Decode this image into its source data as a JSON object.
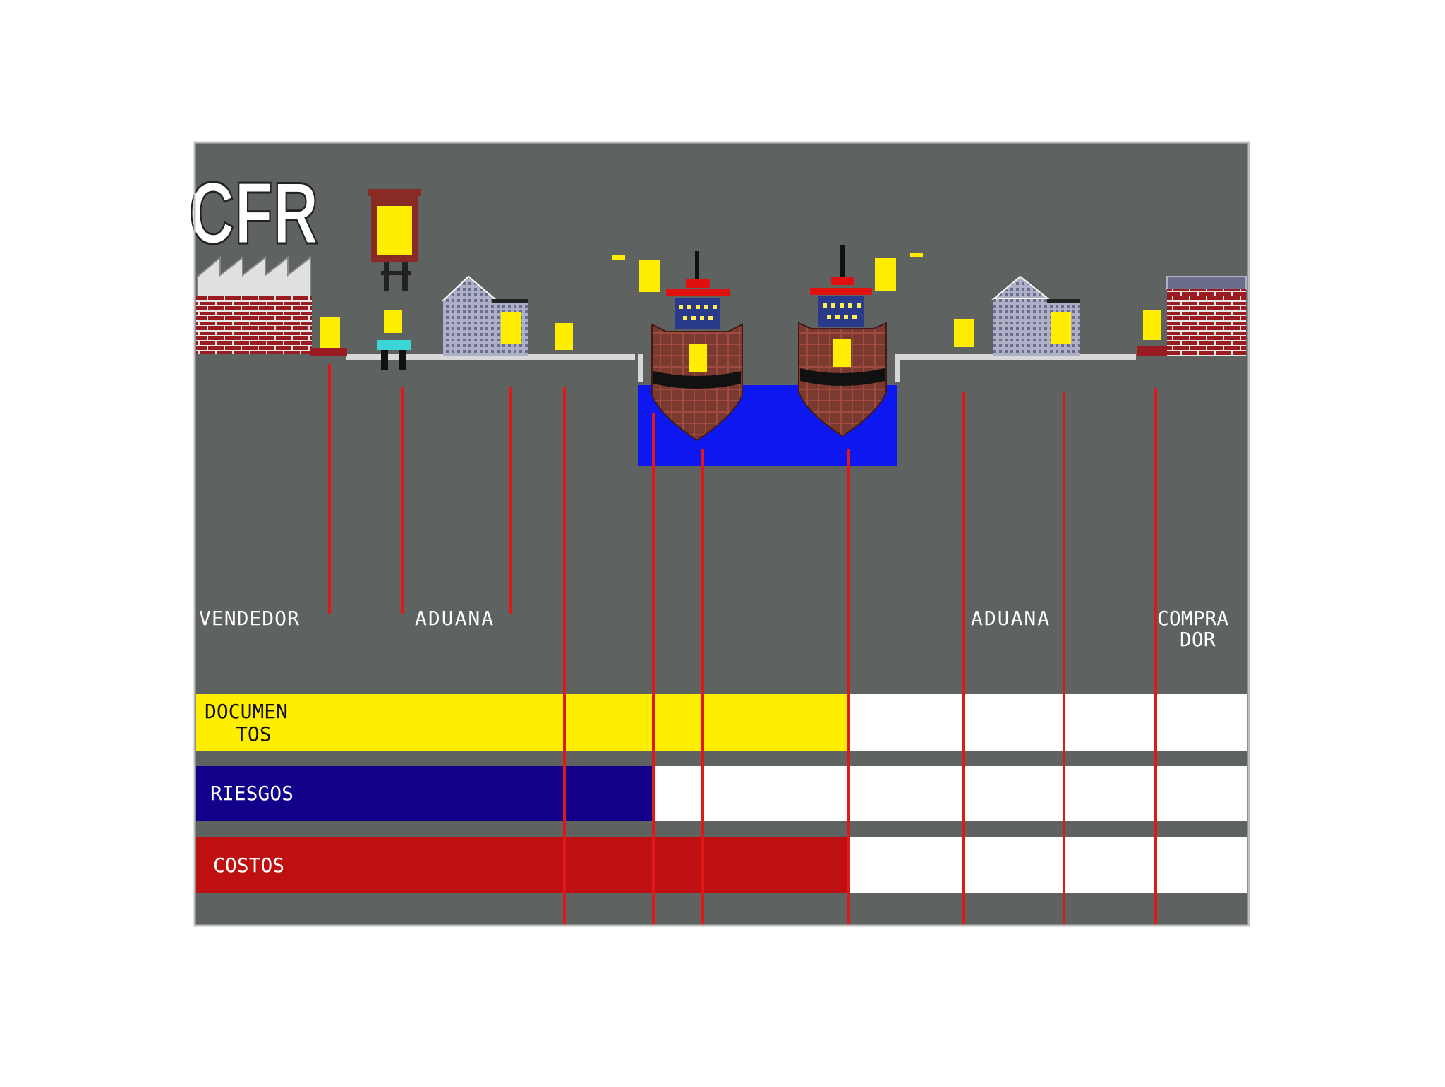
{
  "title": "CFR",
  "colors": {
    "panel": "#5e6361",
    "documentos": "#ffee00",
    "riesgos": "#12008a",
    "costos": "#be1010",
    "divider": "#e01818",
    "water": "#0d18f0",
    "brick": "#9a1c20",
    "cargo": "#ffee00"
  },
  "labels": {
    "vendedor": "VENDEDOR",
    "aduana_origen": "ADUANA",
    "aduana_destino": "ADUANA",
    "comprador_line1": "COMPRA",
    "comprador_line2": "DOR"
  },
  "bars": {
    "documentos": {
      "label_line1": "DOCUMEN",
      "label_line2": "TOS",
      "seller_share": 0.62
    },
    "riesgos": {
      "label": "RIESGOS",
      "seller_share": 0.434
    },
    "costos": {
      "label": "COSTOS",
      "seller_share": 0.62
    }
  }
}
